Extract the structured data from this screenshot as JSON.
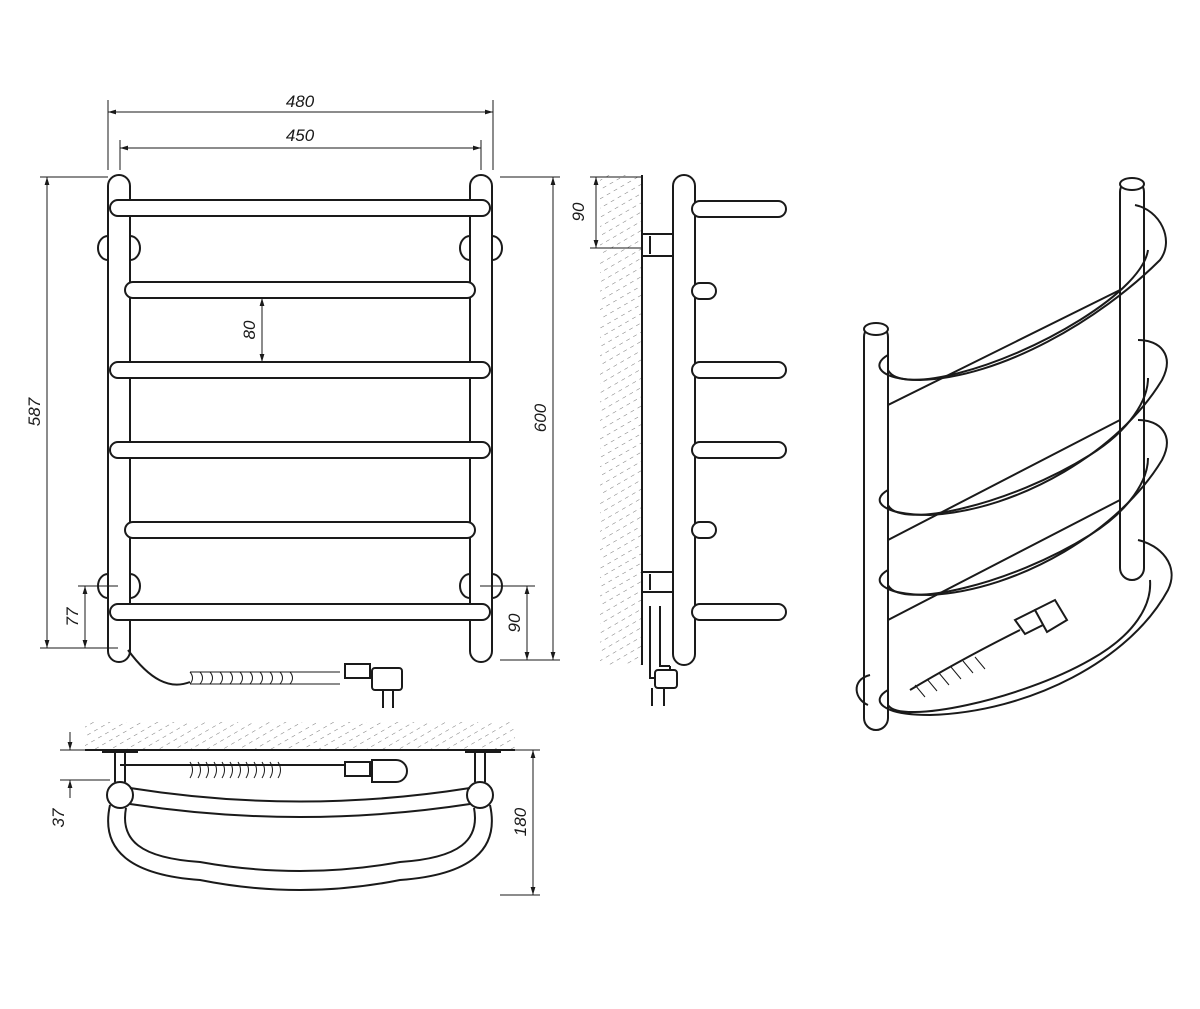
{
  "drawing": {
    "front_view": {
      "width_overall": "480",
      "width_centers": "450",
      "height_mount": "587",
      "height_overall": "600",
      "bar_pitch": "80",
      "bottom_offset_left": "77",
      "bottom_offset_right": "90"
    },
    "side_view": {
      "mount_offset": "90"
    },
    "top_view": {
      "wall_gap": "37",
      "depth": "180"
    }
  }
}
